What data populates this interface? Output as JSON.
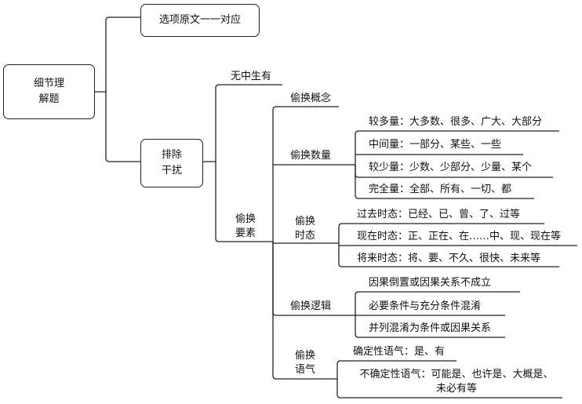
{
  "root": {
    "label": "细节理\n解题"
  },
  "branch1": {
    "label": "选项原文一一对应"
  },
  "branch2": {
    "label": "排除\n干扰"
  },
  "wzsy": {
    "label": "无中生有"
  },
  "thys": {
    "label": "偷换\n要素"
  },
  "concept": {
    "label": "偷换概念"
  },
  "quantity": {
    "label": "偷换数量",
    "items": [
      "较多量：大多数、很多、广大、大部分",
      "中间量：一部分、某些、一些",
      "较少量：少数、少部分、少量、某个",
      "完全量：全部、所有、一切、都"
    ]
  },
  "tense": {
    "label": "偷换\n时态",
    "items": [
      "过去时态：已经、已、曾、了、过等",
      "现在时态：正、正在、在……中、现、现在等",
      "将来时态：将、要、不久、很快、未来等"
    ]
  },
  "logic": {
    "label": "偷换逻辑",
    "items": [
      "因果倒置或因果关系不成立",
      "必要条件与充分条件混淆",
      "并列混淆为条件或因果关系"
    ]
  },
  "mood": {
    "label": "偷换\n语气",
    "items": [
      "确定性语气：是、有",
      "不确定性语气：可能是、也许是、大概是、\n未必有等"
    ]
  }
}
